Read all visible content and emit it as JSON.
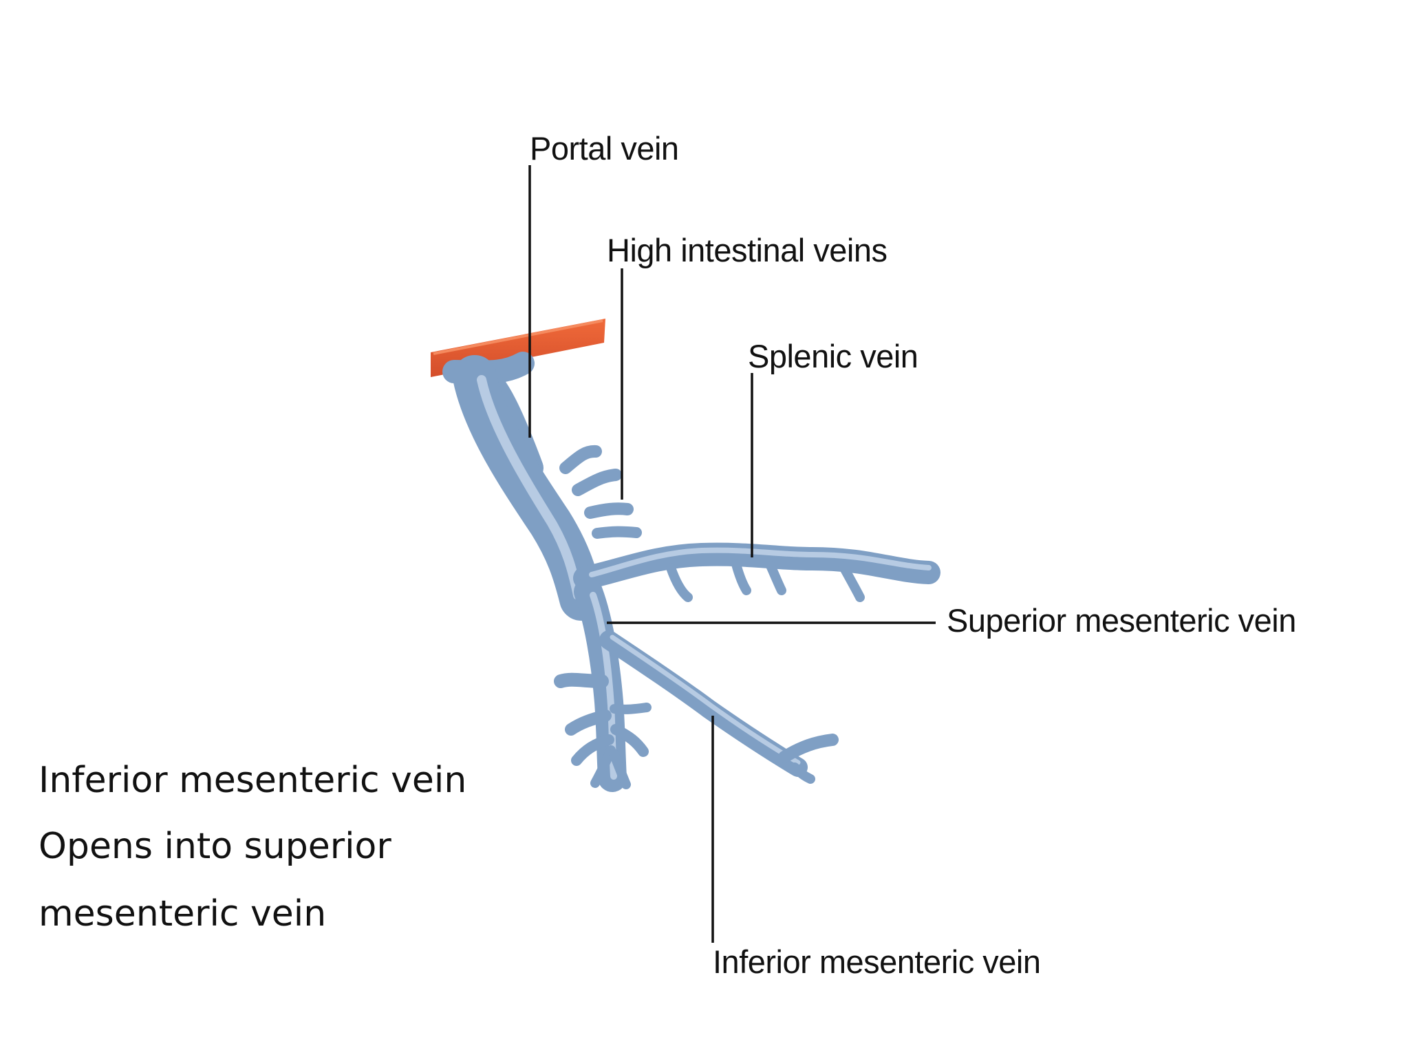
{
  "labels": {
    "portal_vein": "Portal vein",
    "high_intestinal_veins": "High intestinal veins",
    "splenic_vein": "Splenic vein",
    "superior_mesenteric_vein": "Superior mesenteric vein",
    "inferior_mesenteric_vein": "Inferior mesenteric vein"
  },
  "note": {
    "line1": "Inferior mesenteric vein",
    "line2": "Opens into superior",
    "line3": "mesenteric vein"
  },
  "colors": {
    "vein": "#7f9fc4",
    "vein_light": "#bcd0e6",
    "vein_dark": "#5a7699",
    "liver_band": "#e55a32",
    "text": "#111111"
  }
}
